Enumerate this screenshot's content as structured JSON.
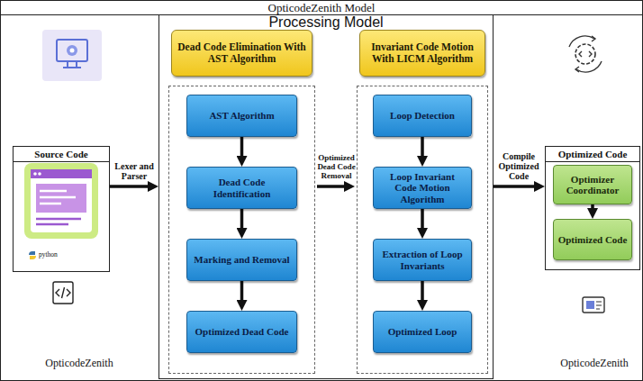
{
  "diagram": {
    "nodes": [
      {
        "text": [
          "OpticodeZenith Model"
        ]
      },
      {
        "text": [
          "Source Code"
        ],
        "in": 0
      },
      {
        "text": [
          "Processing Model"
        ],
        "in": 0
      },
      {
        "text": [
          "Dead Code Elimination With AST Algorithm"
        ],
        "in": 2
      },
      {
        "text": [
          "AST Algorithm"
        ],
        "in": 3
      },
      {
        "text": [
          "Dead Code Identification"
        ],
        "in": 3
      },
      {
        "text": [
          "Marking and Removal"
        ],
        "in": 3
      },
      {
        "text": [
          "Optimized Dead Code"
        ],
        "in": 3
      },
      {
        "text": [
          "Invariant Code Motion With LICM Algorithm"
        ],
        "in": 2
      },
      {
        "text": [
          "Loop Detection"
        ],
        "in": 8
      },
      {
        "text": [
          "Loop Invariant Code Motion Algorithm"
        ],
        "in": 8
      },
      {
        "text": [
          "Extraction of Loop Invariants"
        ],
        "in": 8
      },
      {
        "text": [
          "Optimized Loop"
        ],
        "in": 8
      },
      {
        "text": [
          "Optimized Code"
        ],
        "in": 0
      },
      {
        "text": [
          "Optimizer Coordinator"
        ],
        "in": 13
      },
      {
        "text": [
          "Optimized Code"
        ],
        "in": 13
      }
    ],
    "edges": [
      {
        "from": 1,
        "to": 2,
        "label": "Lexer and Parser",
        "arrow": "to"
      },
      {
        "from": 4,
        "to": 5,
        "arrow": "to"
      },
      {
        "from": 5,
        "to": 6,
        "arrow": "to"
      },
      {
        "from": 6,
        "to": 7,
        "arrow": "to"
      },
      {
        "from": 3,
        "to": 8,
        "label": "Optimized Dead Code Removal",
        "arrow": "to"
      },
      {
        "from": 9,
        "to": 10,
        "arrow": "to"
      },
      {
        "from": 10,
        "to": 11,
        "arrow": "to"
      },
      {
        "from": 11,
        "to": 12,
        "arrow": "to"
      },
      {
        "from": 2,
        "to": 13,
        "label": "Compile Optimized Code",
        "arrow": "to"
      },
      {
        "from": 14,
        "to": 15,
        "arrow": "to"
      }
    ],
    "labels": [
      "python",
      "OpticodeZenith",
      "OpticodeZenith"
    ]
  }
}
